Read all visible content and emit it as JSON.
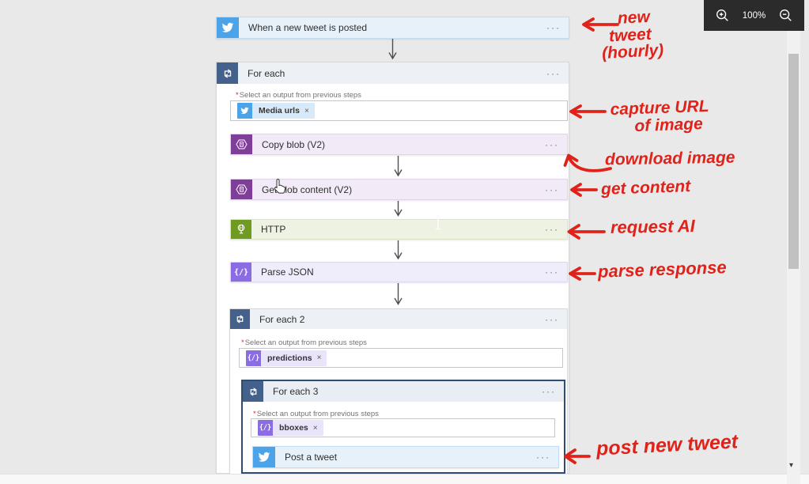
{
  "ui": {
    "ellipsis": "···",
    "zoom_level": "100%",
    "required_marker": "*",
    "select_output_label": "Select an output from previous steps",
    "chip_close": "×",
    "json_icon_glyph": "{/}",
    "scroll_down_arrow": "▾"
  },
  "flow": {
    "trigger": {
      "label": "When a new tweet is posted"
    },
    "foreach1": {
      "label": "For each",
      "token": {
        "label": "Media urls"
      },
      "steps": [
        {
          "label": "Copy blob (V2)"
        },
        {
          "label": "Get blob content (V2)"
        },
        {
          "label": "HTTP"
        },
        {
          "label": "Parse JSON"
        }
      ],
      "foreach2": {
        "label": "For each 2",
        "token": {
          "label": "predictions"
        },
        "foreach3": {
          "label": "For each 3",
          "token": {
            "label": "bboxes"
          },
          "action": {
            "label": "Post a tweet"
          }
        }
      }
    }
  },
  "annotations": {
    "new_tweet": {
      "line1": "new",
      "line2": "tweet",
      "line3": "(hourly)"
    },
    "capture_url": {
      "line1": "capture URL",
      "line2": "of image"
    },
    "download_image": {
      "line1": "download image"
    },
    "get_content": {
      "line1": "get content"
    },
    "request_ai": {
      "line1": "request AI"
    },
    "parse_response": {
      "line1": "parse response"
    },
    "post_new_tweet": {
      "line1": "post new tweet"
    }
  },
  "colors": {
    "annotation_red": "#df231b",
    "twitter_blue": "#4da3e8",
    "foreach_slate": "#44618b",
    "blob_purple": "#7f3f98",
    "http_green": "#6f9b22",
    "json_violet": "#8b6ce3"
  }
}
